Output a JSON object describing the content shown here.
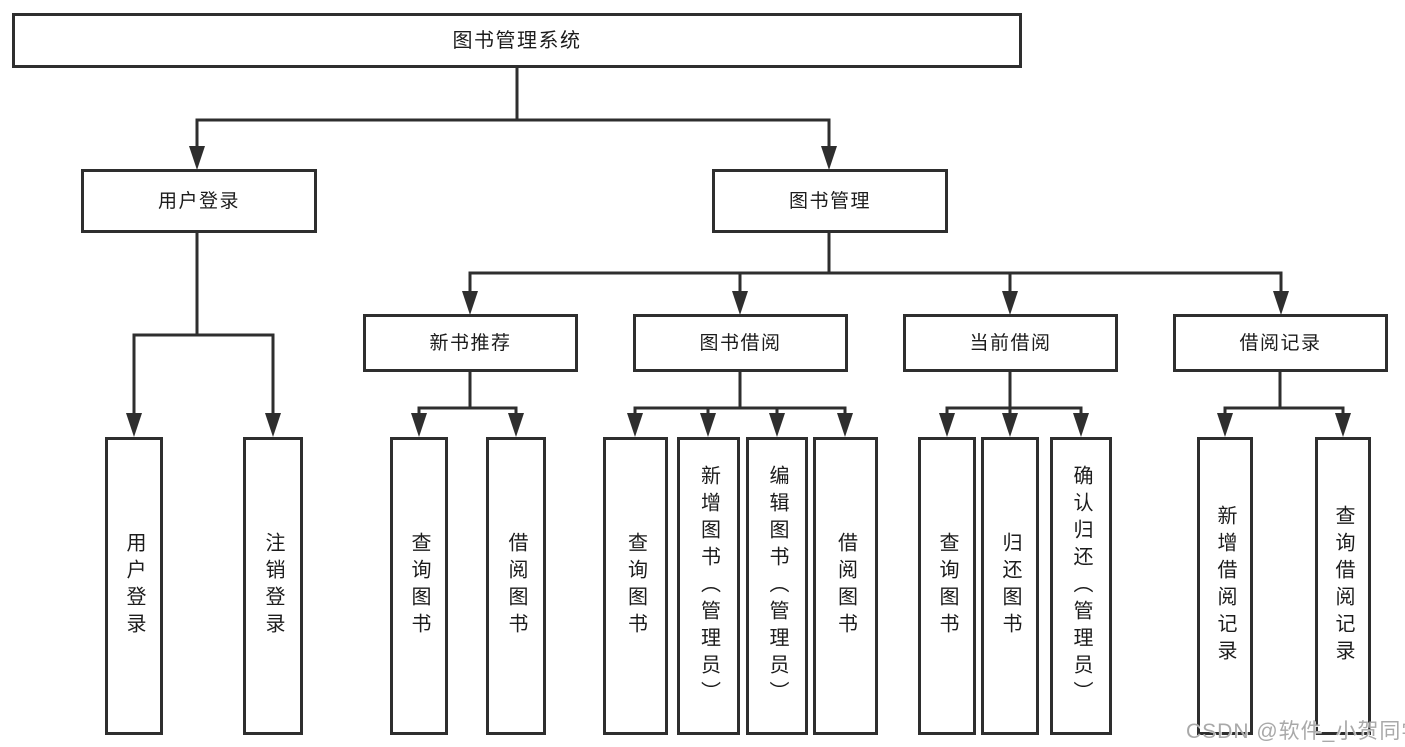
{
  "diagram": {
    "root": "图书管理系统",
    "level2": [
      "用户登录",
      "图书管理"
    ],
    "level3": [
      "新书推荐",
      "图书借阅",
      "当前借阅",
      "借阅记录"
    ],
    "leaves": {
      "login": [
        "用户登录",
        "注销登录"
      ],
      "recommend": [
        "查询图书",
        "借阅图书"
      ],
      "borrow": [
        "查询图书",
        "新增图书（管理员）",
        "编辑图书（管理员）",
        "借阅图书"
      ],
      "current": [
        "查询图书",
        "归还图书",
        "确认归还（管理员）"
      ],
      "records": [
        "新增借阅记录",
        "查询借阅记录"
      ]
    }
  },
  "colors": {
    "line": "#2e2e2e",
    "box_border": "#2e2e2e",
    "box_background": "#ffffff",
    "text": "#1c1c1c",
    "watermark": "#a9a9a9"
  },
  "watermark": "CSDN @软件_小贺同学"
}
